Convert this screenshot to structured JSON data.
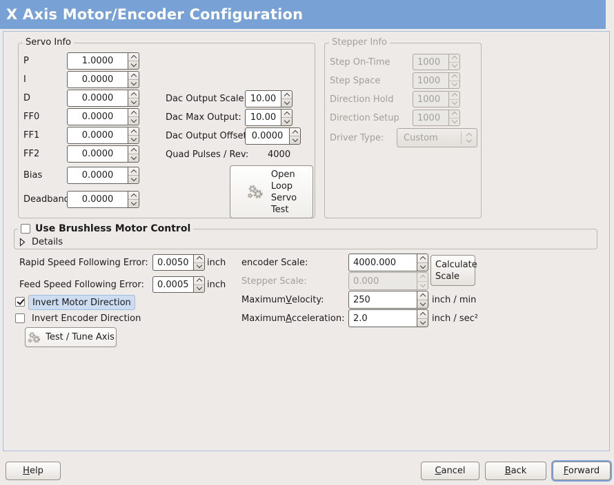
{
  "window": {
    "title": "X Axis Motor/Encoder Configuration"
  },
  "servo": {
    "legend": "Servo Info",
    "params": [
      {
        "label": "P",
        "value": "1.0000"
      },
      {
        "label": "I",
        "value": "0.0000"
      },
      {
        "label": "D",
        "value": "0.0000"
      },
      {
        "label": "FF0",
        "value": "0.0000"
      },
      {
        "label": "FF1",
        "value": "0.0000"
      },
      {
        "label": "FF2",
        "value": "0.0000"
      },
      {
        "label": "Bias",
        "value": "0.0000"
      },
      {
        "label": "Deadband",
        "value": "0.0000"
      }
    ],
    "dac": [
      {
        "label": "Dac Output Scale:",
        "value": "10.00"
      },
      {
        "label": "Dac Max Output:",
        "value": "10.00"
      },
      {
        "label": "Dac Output Offset:",
        "value": "0.0000"
      }
    ],
    "quad": {
      "label": "Quad Pulses / Rev:",
      "value": "4000"
    },
    "open_loop_button": "Open\nLoop\nServo\nTest"
  },
  "stepper": {
    "legend": "Stepper Info",
    "params": [
      {
        "label": "Step On-Time",
        "value": "1000"
      },
      {
        "label": "Step Space",
        "value": "1000"
      },
      {
        "label": "Direction Hold",
        "value": "1000"
      },
      {
        "label": "Direction Setup",
        "value": "1000"
      }
    ],
    "driver": {
      "label": "Driver Type:",
      "value": "Custom"
    }
  },
  "brushless": {
    "checkbox_label": "Use Brushless Motor Control",
    "checked": false,
    "details_label": "Details"
  },
  "following": {
    "rapid": {
      "label": "Rapid Speed Following Error:",
      "value": "0.0050",
      "unit": "inch"
    },
    "feed": {
      "label": "Feed Speed Following Error:",
      "value": "0.0005",
      "unit": "inch"
    }
  },
  "direction": {
    "invert_motor": {
      "label": "Invert Motor Direction",
      "checked": true
    },
    "invert_encoder": {
      "label": "Invert Encoder Direction",
      "checked": false
    },
    "test_tune_button": "Test / Tune Axis"
  },
  "scales": {
    "encoder": {
      "label": "encoder Scale:",
      "value": "4000.000"
    },
    "stepper": {
      "label": "Stepper Scale:",
      "value": "0.000"
    },
    "calculate_button": "Calculate\nScale",
    "max_velocity": {
      "pre": "Maximum ",
      "key": "V",
      "rest": "elocity:",
      "value": "250",
      "unit": "inch / min"
    },
    "max_acceleration": {
      "pre": "Maximum ",
      "key": "A",
      "rest": "cceleration:",
      "value": "2.0",
      "unit": "inch / sec²"
    }
  },
  "footer": {
    "help": {
      "key": "H",
      "rest": "elp"
    },
    "cancel": {
      "key": "C",
      "rest": "ancel"
    },
    "back": {
      "key": "B",
      "rest": "ack"
    },
    "forward": {
      "key": "F",
      "rest": "orward"
    }
  },
  "colors": {
    "titlebar": "#78a1d6",
    "focus_ring": "#7da1d8",
    "selection_highlight": "#ccdcf1",
    "disabled_text": "#a3a09a"
  }
}
